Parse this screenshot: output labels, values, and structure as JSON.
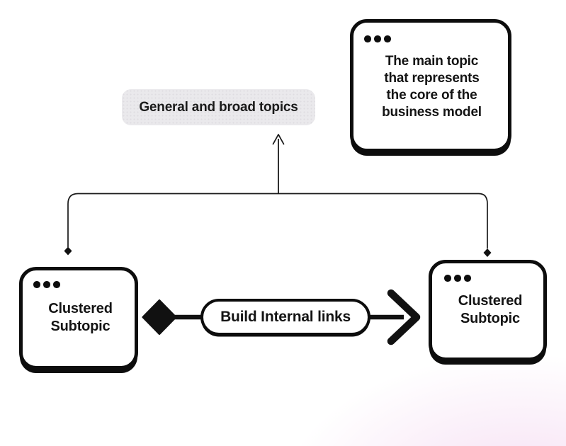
{
  "diagram": {
    "colors": {
      "ink": "#0d0d0d",
      "text": "#141414",
      "label_background": "#eae9ec",
      "canvas_background": "#ffffff",
      "corner_glow": "#f2d4ee"
    },
    "main_topic_card": {
      "icon": "ellipsis",
      "lines": [
        "The main topic",
        "that represents",
        "the core of the",
        "business model"
      ]
    },
    "general_topics_label": {
      "text": "General and broad topics"
    },
    "left_subtopic_card": {
      "icon": "ellipsis",
      "lines": [
        "Clustered",
        "Subtopic"
      ]
    },
    "right_subtopic_card": {
      "icon": "ellipsis",
      "lines": [
        "Clustered",
        "Subtopic"
      ]
    },
    "build_links_pill": {
      "text": "Build Internal links"
    }
  }
}
